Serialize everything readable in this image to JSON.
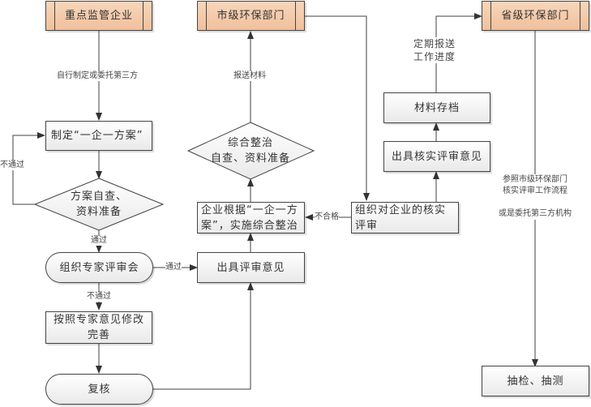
{
  "diagram": {
    "type": "flowchart",
    "headers": {
      "enterprise": "重点监管企业",
      "city_epb": "市级环保部门",
      "province_epb": "省级环保部门"
    },
    "nodes": {
      "make_plan": "制定“一企一方案”",
      "self_check_line1": "方案自查、",
      "self_check_line2": "资料准备",
      "expert_review": "组织专家评审会",
      "revise": "按照专家意见修改完善",
      "recheck": "复核",
      "issue_review_opinion": "出具评审意见",
      "implement": "企业根据“一企一方案”，实施综合整治",
      "rectify_line1": "综合整治",
      "rectify_line2": "自查、资料准备",
      "verify_review": "组织对企业的核实评审",
      "verify_opinion": "出具核实评审意见",
      "archive": "材料存档",
      "spot_check": "抽检、抽测"
    },
    "edge_labels": {
      "self_or_third_party": "自行制定或委托第三方",
      "fail": "不通过",
      "pass_down": "通过",
      "pass_right": "通过",
      "fail_down": "不通过",
      "submit_materials": "报送材料",
      "unqualified": "不合格",
      "report_line1": "定期报送",
      "report_line2": "工作进度",
      "ref_line1": "参照市级环保部门",
      "ref_line2": "核实评审工作流程",
      "ref_line3": "或是委托第三方机构"
    },
    "colors": {
      "header_fill": "#f4c8a8",
      "box_fill": "#f2f2f2",
      "stroke": "#404040"
    }
  }
}
